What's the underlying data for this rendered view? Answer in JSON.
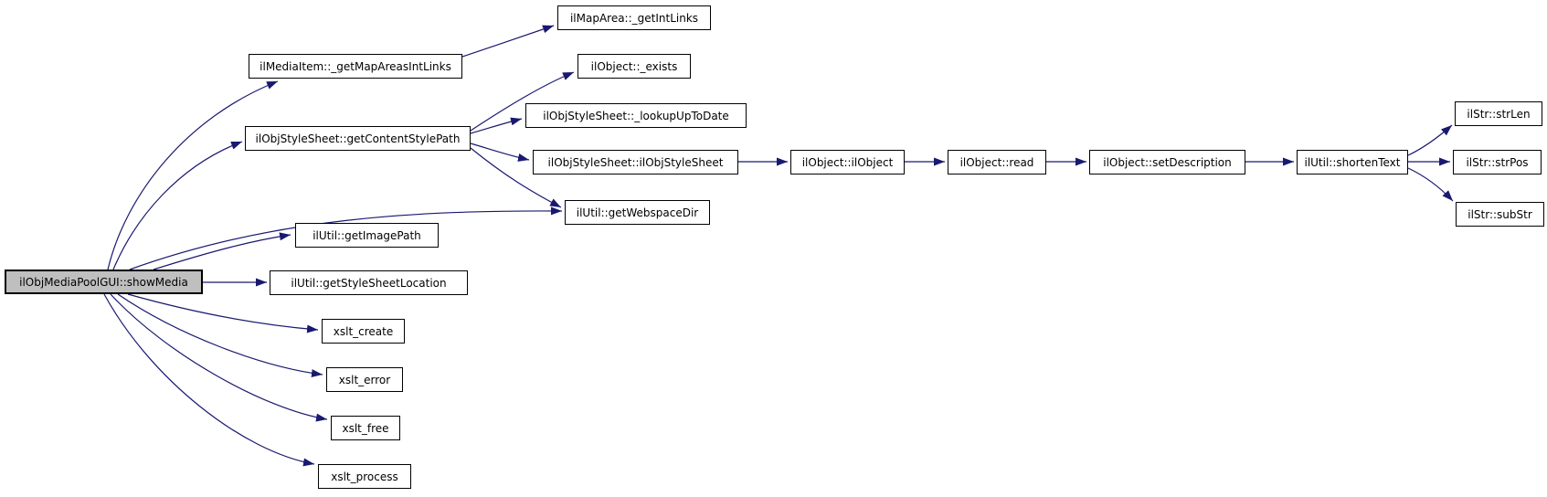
{
  "diagram": {
    "type": "call-graph",
    "root_function": "ilObjMediaPoolGUI::showMedia",
    "nodes": [
      {
        "id": "show-media",
        "label": "ilObjMediaPoolGUI::showMedia",
        "highlighted": true
      },
      {
        "id": "get-map-areas-int-links",
        "label": "ilMediaItem::_getMapAreasIntLinks",
        "highlighted": false
      },
      {
        "id": "get-int-links",
        "label": "ilMapArea::_getIntLinks",
        "highlighted": false
      },
      {
        "id": "get-content-style-path",
        "label": "ilObjStyleSheet::getContentStylePath",
        "highlighted": false
      },
      {
        "id": "exists",
        "label": "ilObject::_exists",
        "highlighted": false
      },
      {
        "id": "lookup-up-to-date",
        "label": "ilObjStyleSheet::_lookupUpToDate",
        "highlighted": false
      },
      {
        "id": "il-obj-style-sheet",
        "label": "ilObjStyleSheet::ilObjStyleSheet",
        "highlighted": false
      },
      {
        "id": "get-webspace-dir",
        "label": "ilUtil::getWebspaceDir",
        "highlighted": false
      },
      {
        "id": "il-object",
        "label": "ilObject::ilObject",
        "highlighted": false
      },
      {
        "id": "read",
        "label": "ilObject::read",
        "highlighted": false
      },
      {
        "id": "set-description",
        "label": "ilObject::setDescription",
        "highlighted": false
      },
      {
        "id": "shorten-text",
        "label": "ilUtil::shortenText",
        "highlighted": false
      },
      {
        "id": "str-len",
        "label": "ilStr::strLen",
        "highlighted": false
      },
      {
        "id": "str-pos",
        "label": "ilStr::strPos",
        "highlighted": false
      },
      {
        "id": "sub-str",
        "label": "ilStr::subStr",
        "highlighted": false
      },
      {
        "id": "get-image-path",
        "label": "ilUtil::getImagePath",
        "highlighted": false
      },
      {
        "id": "get-style-sheet-location",
        "label": "ilUtil::getStyleSheetLocation",
        "highlighted": false
      },
      {
        "id": "xslt-create",
        "label": "xslt_create",
        "highlighted": false
      },
      {
        "id": "xslt-error",
        "label": "xslt_error",
        "highlighted": false
      },
      {
        "id": "xslt-free",
        "label": "xslt_free",
        "highlighted": false
      },
      {
        "id": "xslt-process",
        "label": "xslt_process",
        "highlighted": false
      }
    ],
    "edges": [
      {
        "from": "show-media",
        "to": "get-map-areas-int-links"
      },
      {
        "from": "show-media",
        "to": "get-content-style-path"
      },
      {
        "from": "show-media",
        "to": "get-webspace-dir"
      },
      {
        "from": "show-media",
        "to": "get-image-path"
      },
      {
        "from": "show-media",
        "to": "get-style-sheet-location"
      },
      {
        "from": "show-media",
        "to": "xslt-create"
      },
      {
        "from": "show-media",
        "to": "xslt-error"
      },
      {
        "from": "show-media",
        "to": "xslt-free"
      },
      {
        "from": "show-media",
        "to": "xslt-process"
      },
      {
        "from": "get-map-areas-int-links",
        "to": "get-int-links"
      },
      {
        "from": "get-content-style-path",
        "to": "exists"
      },
      {
        "from": "get-content-style-path",
        "to": "lookup-up-to-date"
      },
      {
        "from": "get-content-style-path",
        "to": "il-obj-style-sheet"
      },
      {
        "from": "get-content-style-path",
        "to": "get-webspace-dir"
      },
      {
        "from": "il-obj-style-sheet",
        "to": "il-object"
      },
      {
        "from": "il-object",
        "to": "read"
      },
      {
        "from": "read",
        "to": "set-description"
      },
      {
        "from": "set-description",
        "to": "shorten-text"
      },
      {
        "from": "shorten-text",
        "to": "str-len"
      },
      {
        "from": "shorten-text",
        "to": "str-pos"
      },
      {
        "from": "shorten-text",
        "to": "sub-str"
      }
    ],
    "colors": {
      "edge": "#191970",
      "node_border": "#000000",
      "node_fill": "#ffffff",
      "root_node_fill": "#bfbfbf",
      "background": "#ffffff",
      "text": "#000000"
    }
  }
}
